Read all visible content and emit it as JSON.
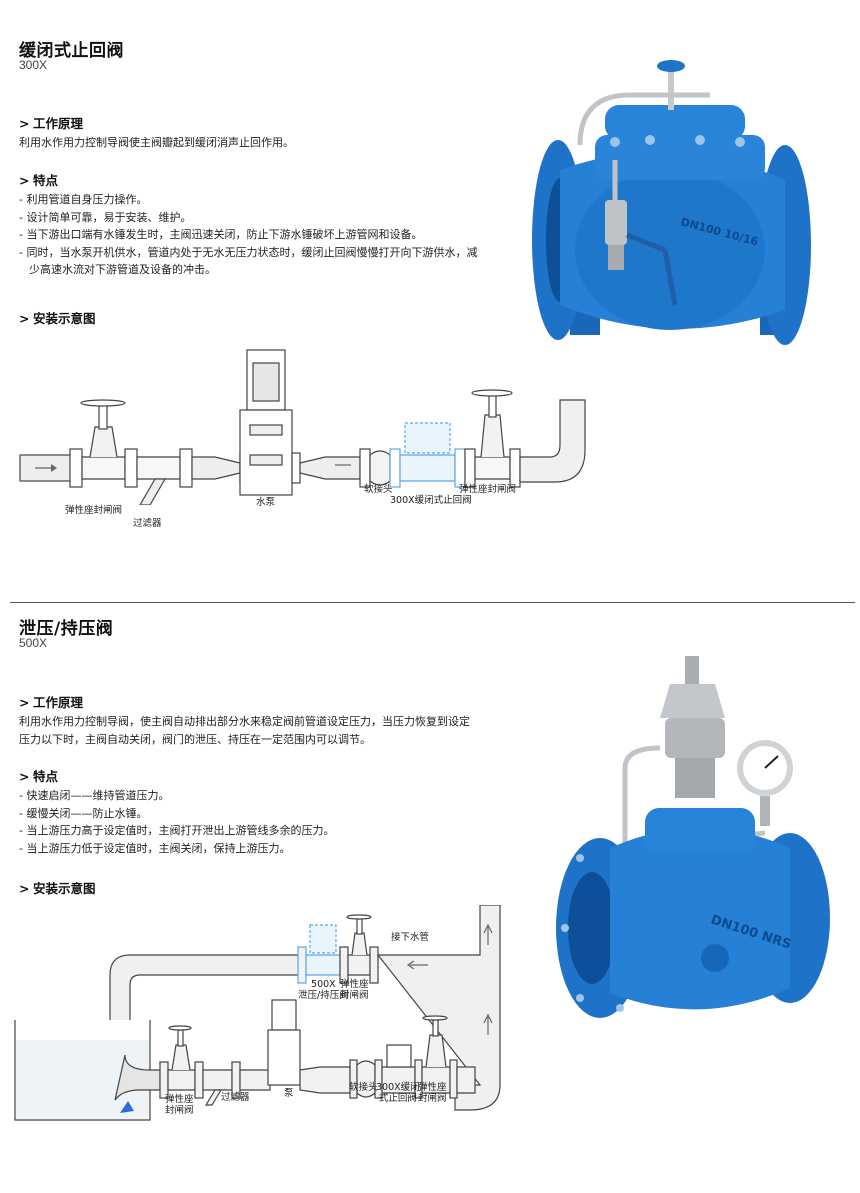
{
  "section1": {
    "title": "缓闭式止回阀",
    "model": "300X",
    "principle_heading": "工作原理",
    "principle_text": "利用水作用力控制导阀使主阀瓣起到缓闭消声止回作用。",
    "features_heading": "特点",
    "features": [
      "- 利用管道自身压力操作。",
      "- 设计简单可靠，易于安装、维护。",
      "- 当下游出口端有水锤发生时，主阀迅速关闭，防止下游水锤破坏上游管网和设备。",
      "- 同时，当水泵开机供水，管道内处于无水无压力状态时，缓闭止回阀慢慢打开向下游供水，减",
      "  少高速水流对下游管道及设备的冲击。"
    ],
    "install_heading": "安装示意图",
    "diagram_labels": {
      "gate_valve_left": "弹性座封闸阀",
      "filter": "过滤器",
      "pump": "水泵",
      "soft_joint": "软接头",
      "valve_300x": "300X缓闭式止回阀",
      "gate_valve_right": "弹性座封闸阀"
    },
    "product_text": "DN100 10/16"
  },
  "section2": {
    "title": "泄压/持压阀",
    "model": "500X",
    "principle_heading": "工作原理",
    "principle_lines": [
      "利用水作用力控制导阀，使主阀自动排出部分水来稳定阀前管道设定压力，当压力恢复到设定",
      "压力以下时，主阀自动关闭，阀门的泄压、持压在一定范围内可以调节。"
    ],
    "features_heading": "特点",
    "features": [
      "- 快速启闭——维持管道压力。",
      "- 缓慢关闭——防止水锤。",
      "- 当上游压力高于设定值时，主阀打开泄出上游管线多余的压力。",
      "- 当上游压力低于设定值时，主阀关闭，保持上游压力。"
    ],
    "install_heading": "安装示意图",
    "diagram_labels": {
      "downstream_pipe": "接下水管",
      "valve_500x_l1": "500X",
      "valve_500x_l2": "泄压/持压阀",
      "gate_top_l1": "弹性座",
      "gate_top_l2": "封闸阀",
      "gate_left_l1": "弹性座",
      "gate_left_l2": "封闸阀",
      "filter": "过滤器",
      "pump": "泵",
      "soft_joint": "软接头",
      "valve_300x_l1": "300X缓闭",
      "valve_300x_l2": "式止回阀",
      "gate_right_l1": "弹性座",
      "gate_right_l2": "封闸阀"
    },
    "product_text": "DN100 NRS"
  },
  "colors": {
    "valve_blue": "#1e73c8",
    "valve_blue_dark": "#0d4f98",
    "steel": "#b9bcc0",
    "diagram_highlight": "#5aa7e8",
    "divider": "#555555"
  }
}
